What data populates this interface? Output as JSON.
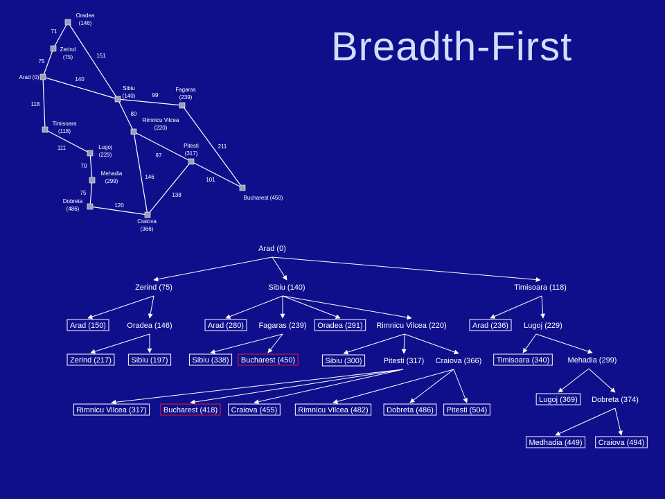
{
  "title": "Breadth-First",
  "map": {
    "cities": [
      {
        "id": "oradea",
        "lines": [
          "Oradea",
          "(146)"
        ]
      },
      {
        "id": "zerind",
        "lines": [
          "Zerind",
          "(75)"
        ]
      },
      {
        "id": "arad",
        "lines": [
          "Arad (0)"
        ]
      },
      {
        "id": "sibiu",
        "lines": [
          "Sibiu",
          "(140)"
        ]
      },
      {
        "id": "fagaras",
        "lines": [
          "Fagaras",
          "(239)"
        ]
      },
      {
        "id": "rimnicu",
        "lines": [
          "Rimnicu Vilcea",
          "(220)"
        ]
      },
      {
        "id": "timisoara",
        "lines": [
          "Timisoara",
          "(118)"
        ]
      },
      {
        "id": "lugoj",
        "lines": [
          "Lugoj",
          "(229)"
        ]
      },
      {
        "id": "pitesti",
        "lines": [
          "Pitesti",
          "(317)"
        ]
      },
      {
        "id": "mehadia",
        "lines": [
          "Mehadia",
          "(299)"
        ]
      },
      {
        "id": "dobreta",
        "lines": [
          "Dobreta",
          "(486)"
        ]
      },
      {
        "id": "craiova",
        "lines": [
          "Craiova",
          "(366)"
        ]
      },
      {
        "id": "bucharest",
        "lines": [
          "Bucharest (450)"
        ]
      }
    ],
    "roads": [
      {
        "from": "oradea",
        "to": "zerind",
        "distance": "71"
      },
      {
        "from": "zerind",
        "to": "arad",
        "distance": "75"
      },
      {
        "from": "oradea",
        "to": "sibiu",
        "distance": "151"
      },
      {
        "from": "arad",
        "to": "sibiu",
        "distance": "140"
      },
      {
        "from": "arad",
        "to": "timisoara",
        "distance": "118"
      },
      {
        "from": "sibiu",
        "to": "fagaras",
        "distance": "99"
      },
      {
        "from": "sibiu",
        "to": "rimnicu",
        "distance": "80"
      },
      {
        "from": "fagaras",
        "to": "bucharest",
        "distance": "211"
      },
      {
        "from": "timisoara",
        "to": "lugoj",
        "distance": "111"
      },
      {
        "from": "rimnicu",
        "to": "pitesti",
        "distance": "97"
      },
      {
        "from": "rimnicu",
        "to": "craiova",
        "distance": "146"
      },
      {
        "from": "lugoj",
        "to": "mehadia",
        "distance": "70"
      },
      {
        "from": "mehadia",
        "to": "dobreta",
        "distance": "75"
      },
      {
        "from": "pitesti",
        "to": "bucharest",
        "distance": "101"
      },
      {
        "from": "pitesti",
        "to": "craiova",
        "distance": "138"
      },
      {
        "from": "dobreta",
        "to": "craiova",
        "distance": "120"
      }
    ]
  },
  "tree": {
    "nodes": [
      {
        "id": "n_arad0",
        "label": "Arad (0)",
        "boxed": false
      },
      {
        "id": "n_zerind75",
        "label": "Zerind (75)",
        "boxed": false
      },
      {
        "id": "n_sibiu140",
        "label": "Sibiu (140)",
        "boxed": false
      },
      {
        "id": "n_tim118",
        "label": "Timisoara (118)",
        "boxed": false
      },
      {
        "id": "n_arad150",
        "label": "Arad (150)",
        "boxed": true
      },
      {
        "id": "n_oradea146",
        "label": "Oradea (146)",
        "boxed": false
      },
      {
        "id": "n_arad280",
        "label": "Arad (280)",
        "boxed": true
      },
      {
        "id": "n_fagaras239",
        "label": "Fagaras (239)",
        "boxed": false
      },
      {
        "id": "n_oradea291",
        "label": "Oradea (291)",
        "boxed": true
      },
      {
        "id": "n_rimnicu220",
        "label": "Rimnicu Vilcea (220)",
        "boxed": false
      },
      {
        "id": "n_arad236",
        "label": "Arad (236)",
        "boxed": true
      },
      {
        "id": "n_lugoj229",
        "label": "Lugoj (229)",
        "boxed": false
      },
      {
        "id": "n_zerind217",
        "label": "Zerind (217)",
        "boxed": true
      },
      {
        "id": "n_sibiu197",
        "label": "Sibiu (197)",
        "boxed": true
      },
      {
        "id": "n_sibiu338",
        "label": "Sibiu (338)",
        "boxed": true
      },
      {
        "id": "n_buch450",
        "label": "Bucharest (450)",
        "boxed": true,
        "goal": true
      },
      {
        "id": "n_sibiu300",
        "label": "Sibiu (300)",
        "boxed": true
      },
      {
        "id": "n_pitesti317",
        "label": "Pitesti (317)",
        "boxed": false
      },
      {
        "id": "n_craiova366",
        "label": "Craiova (366)",
        "boxed": false
      },
      {
        "id": "n_tim340",
        "label": "Timisoara (340)",
        "boxed": true
      },
      {
        "id": "n_mehadia299",
        "label": "Mehadia (299)",
        "boxed": false
      },
      {
        "id": "n_rim317",
        "label": "Rimnicu Vilcea (317)",
        "boxed": true
      },
      {
        "id": "n_buch418",
        "label": "Bucharest (418)",
        "boxed": true,
        "goal": true
      },
      {
        "id": "n_craiova455",
        "label": "Craiova (455)",
        "boxed": true
      },
      {
        "id": "n_rim482",
        "label": "Rimnicu Vilcea (482)",
        "boxed": true
      },
      {
        "id": "n_dob486",
        "label": "Dobreta (486)",
        "boxed": true
      },
      {
        "id": "n_pit504",
        "label": "Pitesti (504)",
        "boxed": true
      },
      {
        "id": "n_lugoj369",
        "label": "Lugoj (369)",
        "boxed": true
      },
      {
        "id": "n_dob374",
        "label": "Dobreta (374)",
        "boxed": false
      },
      {
        "id": "n_medh449",
        "label": "Medhadia (449)",
        "boxed": true
      },
      {
        "id": "n_craiova494",
        "label": "Craiova (494)",
        "boxed": true
      }
    ],
    "edges": [
      [
        "n_arad0",
        "n_zerind75"
      ],
      [
        "n_arad0",
        "n_sibiu140"
      ],
      [
        "n_arad0",
        "n_tim118"
      ],
      [
        "n_zerind75",
        "n_arad150"
      ],
      [
        "n_zerind75",
        "n_oradea146"
      ],
      [
        "n_oradea146",
        "n_zerind217"
      ],
      [
        "n_oradea146",
        "n_sibiu197"
      ],
      [
        "n_sibiu140",
        "n_arad280"
      ],
      [
        "n_sibiu140",
        "n_fagaras239"
      ],
      [
        "n_sibiu140",
        "n_oradea291"
      ],
      [
        "n_sibiu140",
        "n_rimnicu220"
      ],
      [
        "n_fagaras239",
        "n_sibiu338"
      ],
      [
        "n_fagaras239",
        "n_buch450"
      ],
      [
        "n_rimnicu220",
        "n_sibiu300"
      ],
      [
        "n_rimnicu220",
        "n_pitesti317"
      ],
      [
        "n_rimnicu220",
        "n_craiova366"
      ],
      [
        "n_tim118",
        "n_arad236"
      ],
      [
        "n_tim118",
        "n_lugoj229"
      ],
      [
        "n_lugoj229",
        "n_tim340"
      ],
      [
        "n_lugoj229",
        "n_mehadia299"
      ],
      [
        "n_pitesti317",
        "n_rim317"
      ],
      [
        "n_pitesti317",
        "n_buch418"
      ],
      [
        "n_pitesti317",
        "n_craiova455"
      ],
      [
        "n_craiova366",
        "n_rim482"
      ],
      [
        "n_craiova366",
        "n_dob486"
      ],
      [
        "n_craiova366",
        "n_pit504"
      ],
      [
        "n_mehadia299",
        "n_lugoj369"
      ],
      [
        "n_mehadia299",
        "n_dob374"
      ],
      [
        "n_dob374",
        "n_medh449"
      ],
      [
        "n_dob374",
        "n_craiova494"
      ]
    ]
  },
  "colors": {
    "background": "#0f0f8c",
    "line": "#ffffff",
    "node_box_border": "#ffffff",
    "goal_box_border": "#e0202a",
    "map_marker": "#9aa0b8"
  }
}
